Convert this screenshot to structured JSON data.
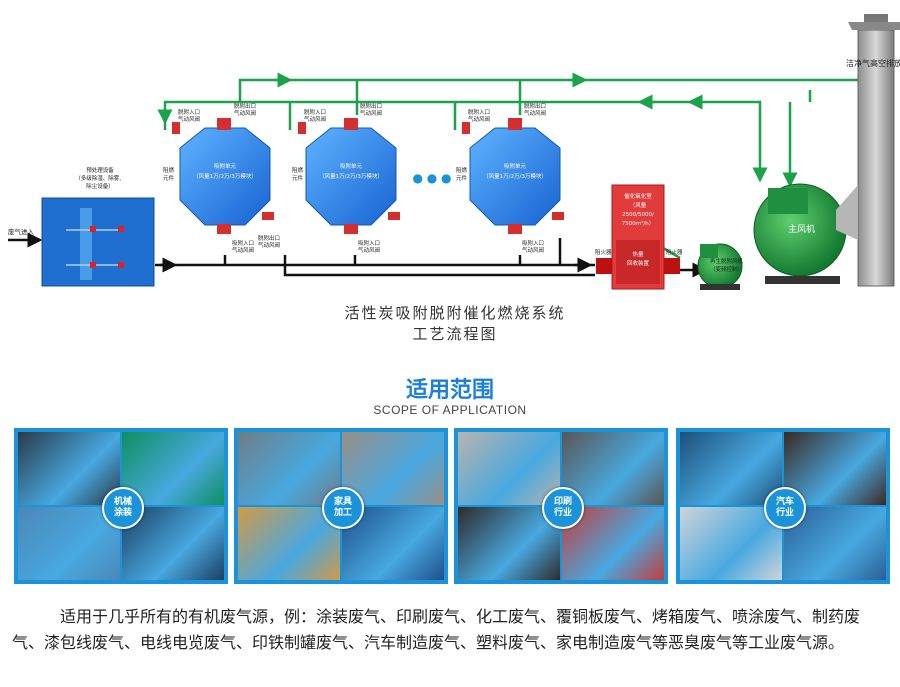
{
  "diagram": {
    "caption": "活性炭吸附脱附催化燃烧系统工艺流程图",
    "inlet_label": "废气进入",
    "pretreat_label": [
      "预处理设备",
      "（多级除湿、除雾、",
      "除尘设备）"
    ],
    "adsorb_unit": [
      "吸附单元",
      "（风量1万/2万/3万模块）"
    ],
    "ellipsis": "● ● ●",
    "valve_labels": {
      "desorb_in": [
        "脱附入口",
        "气动风阀"
      ],
      "desorb_out": [
        "脱附出口",
        "气动风阀"
      ],
      "adsorb_in": [
        "吸附入口",
        "气动风阀"
      ],
      "adsorb_out": [
        "脱附出口",
        "气动风阀"
      ],
      "side": [
        "阻燃",
        "元件"
      ]
    },
    "catalytic": [
      "催化氧化室",
      "（风量",
      "2500/5000/",
      "7500m³/h）"
    ],
    "heat_exchange": [
      "热量",
      "回收装置"
    ],
    "fire_left": "阻火器",
    "fire_right": "阻火器",
    "regen_fan": [
      "再生脱附风机",
      "（变频控制）"
    ],
    "main_fan": "主风机",
    "stack_label": "洁净气高空排放"
  },
  "scope": {
    "title": "适用范围",
    "subtitle": "SCOPE OF APPLICATION",
    "cards": [
      {
        "badge": [
          "机械",
          "涂装"
        ],
        "photos": [
          "#2a3a4a",
          "#0f8f5f",
          "#4b87b8",
          "#1d3d63"
        ]
      },
      {
        "badge": [
          "家具",
          "加工"
        ],
        "photos": [
          "#6f7d86",
          "#9a8f86",
          "#d19a48",
          "#1f4f8a"
        ]
      },
      {
        "badge": [
          "印刷",
          "行业"
        ],
        "photos": [
          "#b8b4ae",
          "#5a5654",
          "#2f2b2a",
          "#c23d3a"
        ]
      },
      {
        "badge": [
          "汽车",
          "行业"
        ],
        "photos": [
          "#1e4f7a",
          "#3b2a22",
          "#cfd4da",
          "#2a5f96"
        ]
      }
    ],
    "description": "适用于几乎所有的有机废气源，例：涂装废气、印刷废气、化工废气、覆铜板废气、烤箱废气、喷涂废气、制药废气、漆包线废气、电线电览废气、印铁制罐废气、汽车制造废气、塑料废气、家电制造废气等恶臭废气等工业废气源。"
  }
}
